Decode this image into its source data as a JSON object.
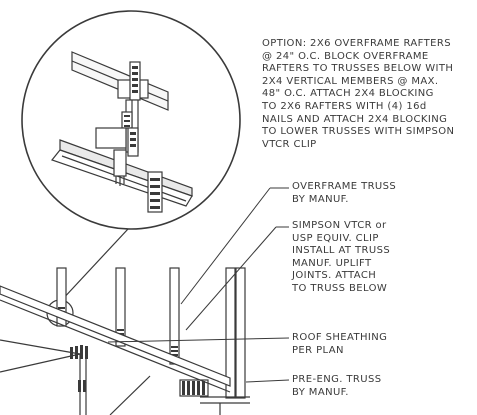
{
  "option_note": {
    "lines": [
      "OPTION: 2X6 OVERFRAME RAFTERS",
      "@ 24\" O.C. BLOCK OVERFRAME",
      "RAFTERS TO TRUSSES BELOW WITH",
      "2X4 VERTICAL MEMBERS @ MAX.",
      "48\" O.C. ATTACH 2X4 BLOCKING",
      "TO 2X6 RAFTERS WITH (4) 16d",
      "NAILS AND ATTACH 2X4 BLOCKING",
      "TO LOWER TRUSSES WITH SIMPSON",
      "VTCR CLIP"
    ]
  },
  "callouts": {
    "overframe_truss": {
      "lines": [
        "OVERFRAME TRUSS",
        "BY MANUF."
      ]
    },
    "vtcr_clip": {
      "lines": [
        "SIMPSON VTCR or",
        "USP EQUIV. CLIP",
        "INSTALL AT TRUSS",
        "MANUF. UPLIFT",
        "JOINTS.  ATTACH",
        "TO TRUSS BELOW"
      ]
    },
    "roof_sheathing": {
      "lines": [
        "ROOF SHEATHING",
        "PER PLAN"
      ]
    },
    "pre_eng_truss": {
      "lines": [
        "PRE-ENG. TRUSS",
        "BY MANUF."
      ]
    }
  },
  "colors": {
    "line": "#3a3a3a",
    "text": "#3a3a3a",
    "background": "#ffffff"
  }
}
